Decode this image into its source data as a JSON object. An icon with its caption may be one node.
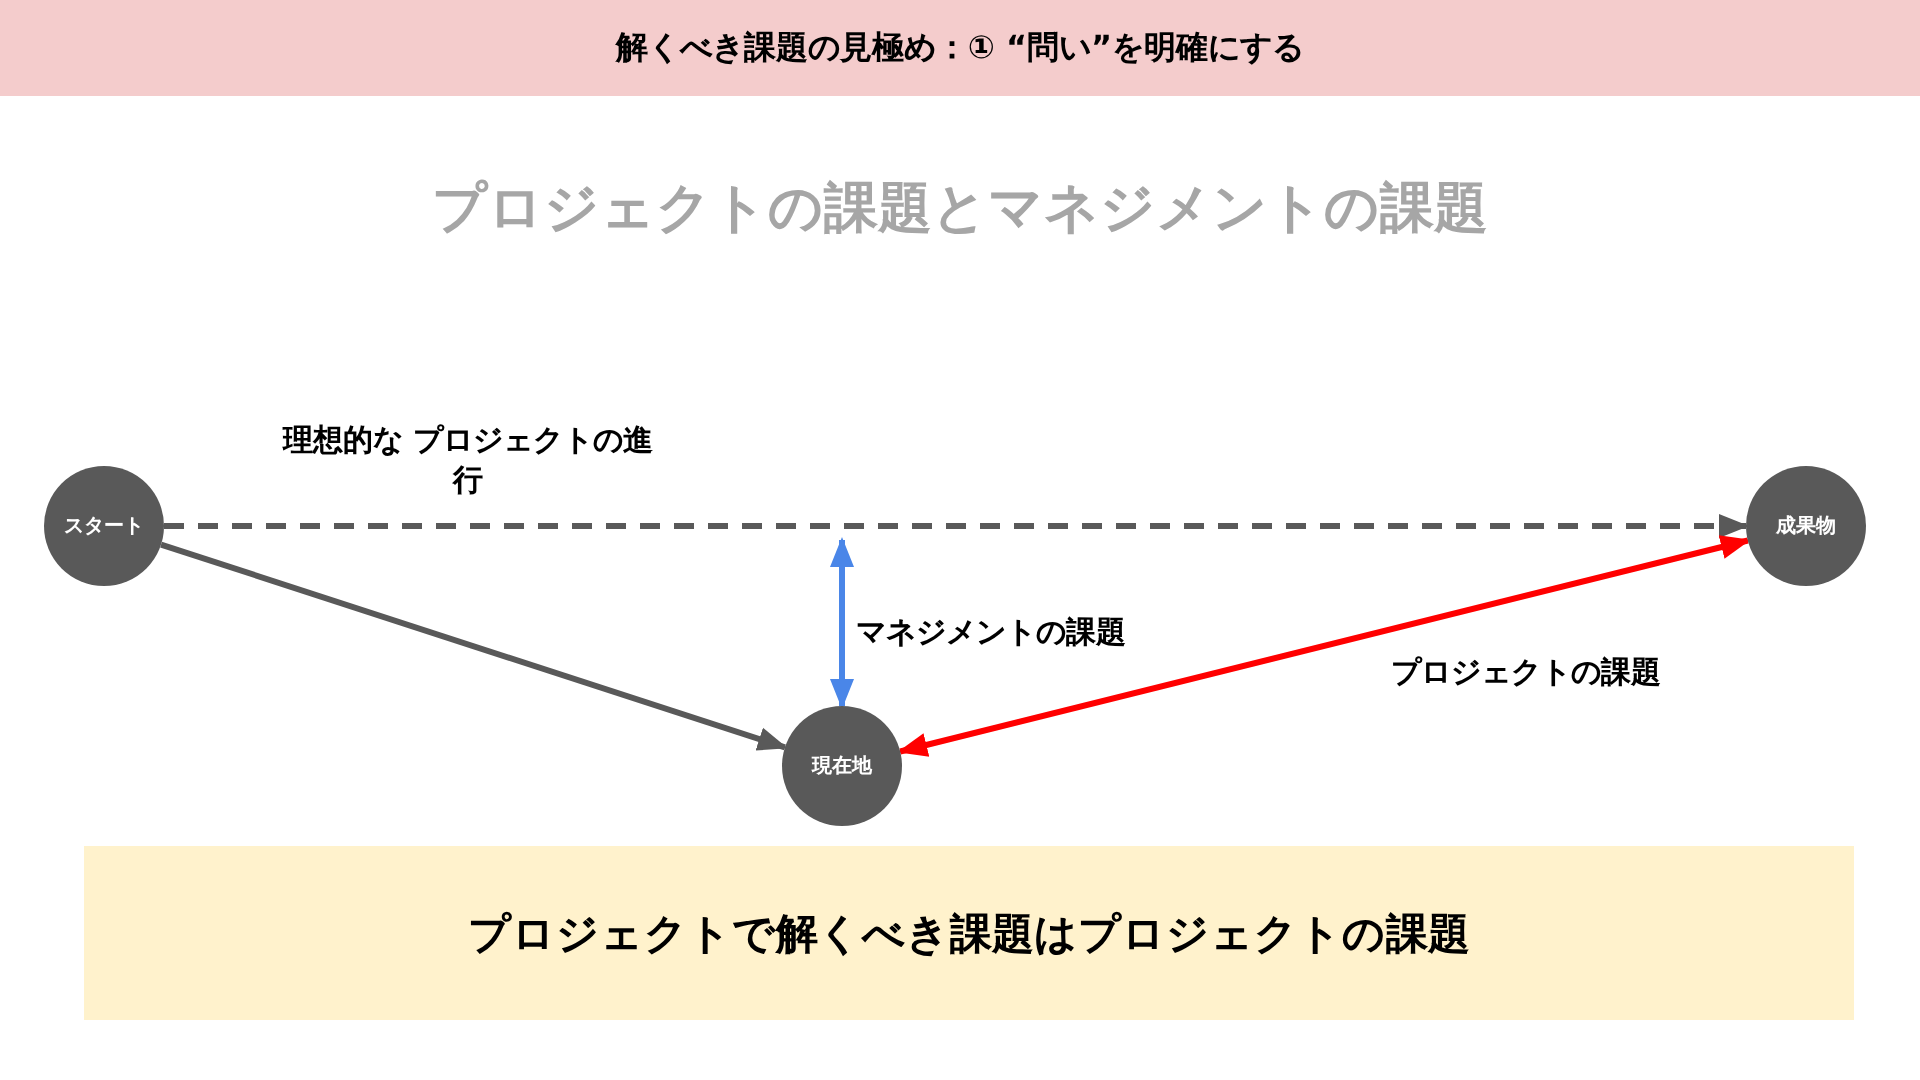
{
  "diagram": {
    "title": "解くべき課題の見極め：① “問い”を明確にする",
    "nodes": [
      {
        "text": [
          "スタート"
        ]
      },
      {
        "text": [
          "成果物"
        ]
      },
      {
        "text": [
          "現在地"
        ]
      },
      {
        "text": [
          "プロジェクトで解くべき課題はプロジェクトの課題"
        ]
      }
    ],
    "edges": [
      {
        "from": 0,
        "to": 1,
        "arrow": "to",
        "style": "dashed",
        "label": "理想的な プロジェクトの進行"
      },
      {
        "from": 0,
        "to": 2,
        "arrow": "to"
      },
      {
        "from": null,
        "to": 2,
        "arrow": "both",
        "color": "#4a86e8",
        "label": "マネジメントの課題"
      },
      {
        "from": 2,
        "to": 1,
        "arrow": "both",
        "color": "#ff0000",
        "label": "プロジェクトの課題"
      }
    ],
    "labels": [
      "プロジェクトの課題とマネジメントの課題"
    ]
  }
}
